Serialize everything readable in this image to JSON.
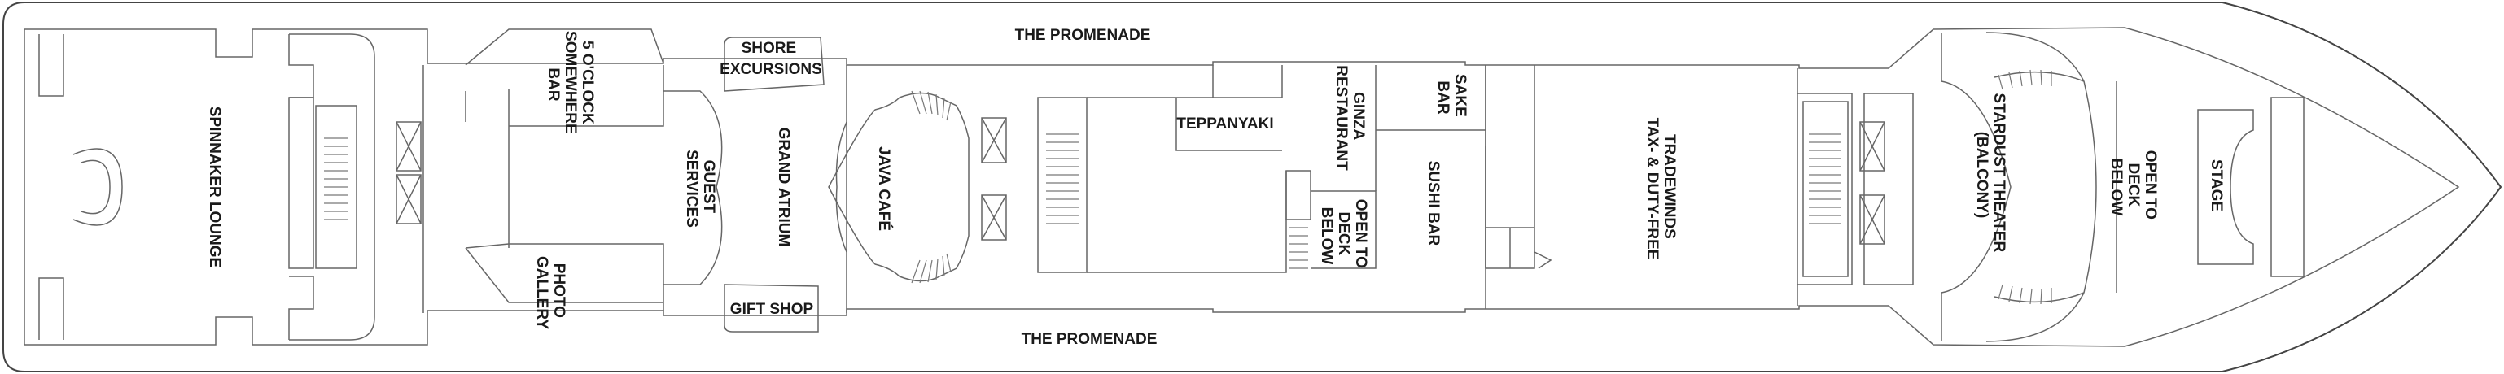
{
  "deck_plan": {
    "labels": {
      "spinnaker_lounge": "SPINNAKER LOUNGE",
      "five_oclock_bar": [
        "5 O'CLOCK",
        "SOMEWHERE",
        "BAR"
      ],
      "guest_services": [
        "GUEST",
        "SERVICES"
      ],
      "photo_gallery": [
        "PHOTO",
        "GALLERY"
      ],
      "shore_excursions": [
        "SHORE",
        "EXCURSIONS"
      ],
      "gift_shop": "GIFT SHOP",
      "grand_atrium": "GRAND ATRIUM",
      "java_cafe": "JAVA CAFÉ",
      "promenade_top": "THE PROMENADE",
      "promenade_bottom": "THE PROMENADE",
      "teppanyaki": "TEPPANYAKI",
      "ginza_restaurant": [
        "GINZA",
        "RESTAURANT"
      ],
      "open_to_deck_below_small": [
        "OPEN TO",
        "DECK",
        "BELOW"
      ],
      "sake_bar": [
        "SAKE",
        "BAR"
      ],
      "sushi_bar": "SUSHI BAR",
      "tradewinds": [
        "TRADEWINDS",
        "TAX- & DUTY-FREE"
      ],
      "stardust_theater": [
        "STARDUST THEATER",
        "(BALCONY)"
      ],
      "open_to_deck_below": [
        "OPEN TO",
        "DECK",
        "BELOW"
      ],
      "stage": "STAGE"
    }
  }
}
